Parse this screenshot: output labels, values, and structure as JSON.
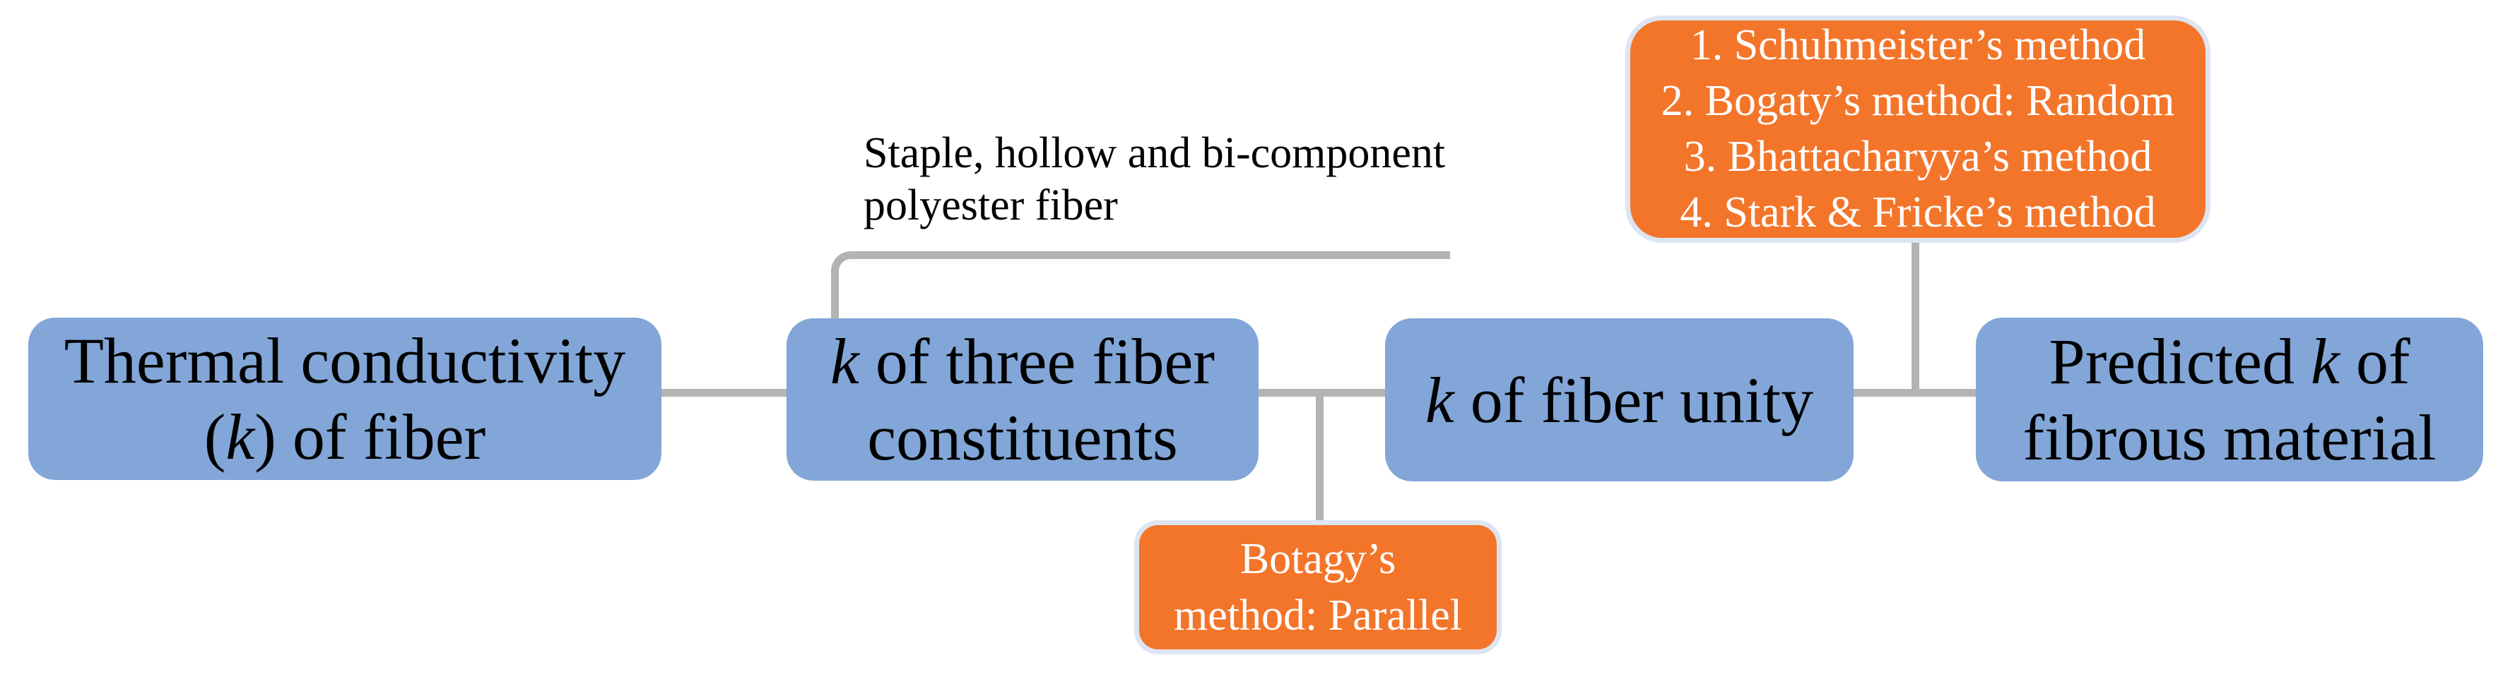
{
  "colors": {
    "box_blue": "#82A6D7",
    "box_orange": "#F3752A",
    "orange_outline": "#DCE5F1",
    "connector_gray": "#B3B3B3",
    "text_dark": "#000000",
    "text_light": "#FFFFFF"
  },
  "flow": {
    "thermal_k_of_fiber": {
      "lines": [
        [
          {
            "t": "Thermal conductivity"
          }
        ],
        [
          {
            "t": "("
          },
          {
            "t": "k",
            "i": true
          },
          {
            "t": ") of fiber"
          }
        ]
      ]
    },
    "k_three_constituents": {
      "lines": [
        [
          {
            "t": "k",
            "i": true
          },
          {
            "t": " of three fiber"
          }
        ],
        [
          {
            "t": "constituents"
          }
        ]
      ]
    },
    "k_fiber_unity": {
      "lines": [
        [
          {
            "t": "k",
            "i": true
          },
          {
            "t": " of fiber unity"
          }
        ]
      ]
    },
    "predicted_k": {
      "lines": [
        [
          {
            "t": "Predicted "
          },
          {
            "t": "k",
            "i": true
          },
          {
            "t": " of"
          }
        ],
        [
          {
            "t": "fibrous material"
          }
        ]
      ]
    },
    "methods_list": {
      "lines": [
        [
          {
            "t": "1. Schuhmeister’s method"
          }
        ],
        [
          {
            "t": "2. Bogaty’s method: Random"
          }
        ],
        [
          {
            "t": "3. Bhattacharyya’s method"
          }
        ],
        [
          {
            "t": "4. Stark & Fricke’s method"
          }
        ]
      ]
    },
    "botagy_method": {
      "lines": [
        [
          {
            "t": "Botagy’s"
          }
        ],
        [
          {
            "t": "method: Parallel"
          }
        ]
      ]
    },
    "staple_note": {
      "lines": [
        [
          {
            "t": "Staple, hollow and bi-component"
          }
        ],
        [
          {
            "t": "polyester fiber"
          }
        ]
      ]
    }
  }
}
